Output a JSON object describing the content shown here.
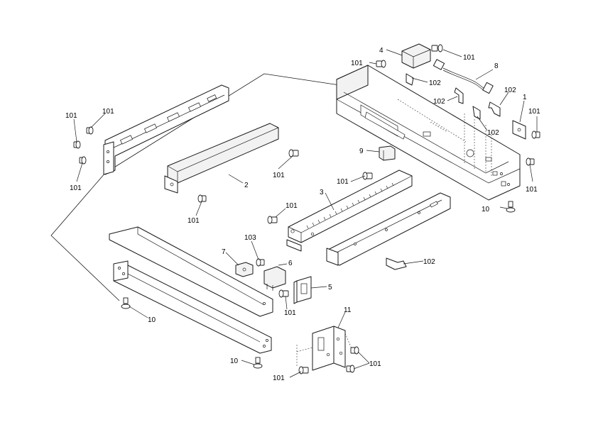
{
  "callouts": {
    "c1": "1",
    "c2": "2",
    "c3": "3",
    "c4": "4",
    "c5": "5",
    "c6": "6",
    "c7": "7",
    "c8": "8",
    "c9": "9",
    "c10": "10",
    "c11": "11",
    "c101": "101",
    "c102": "102",
    "c103": "103"
  }
}
